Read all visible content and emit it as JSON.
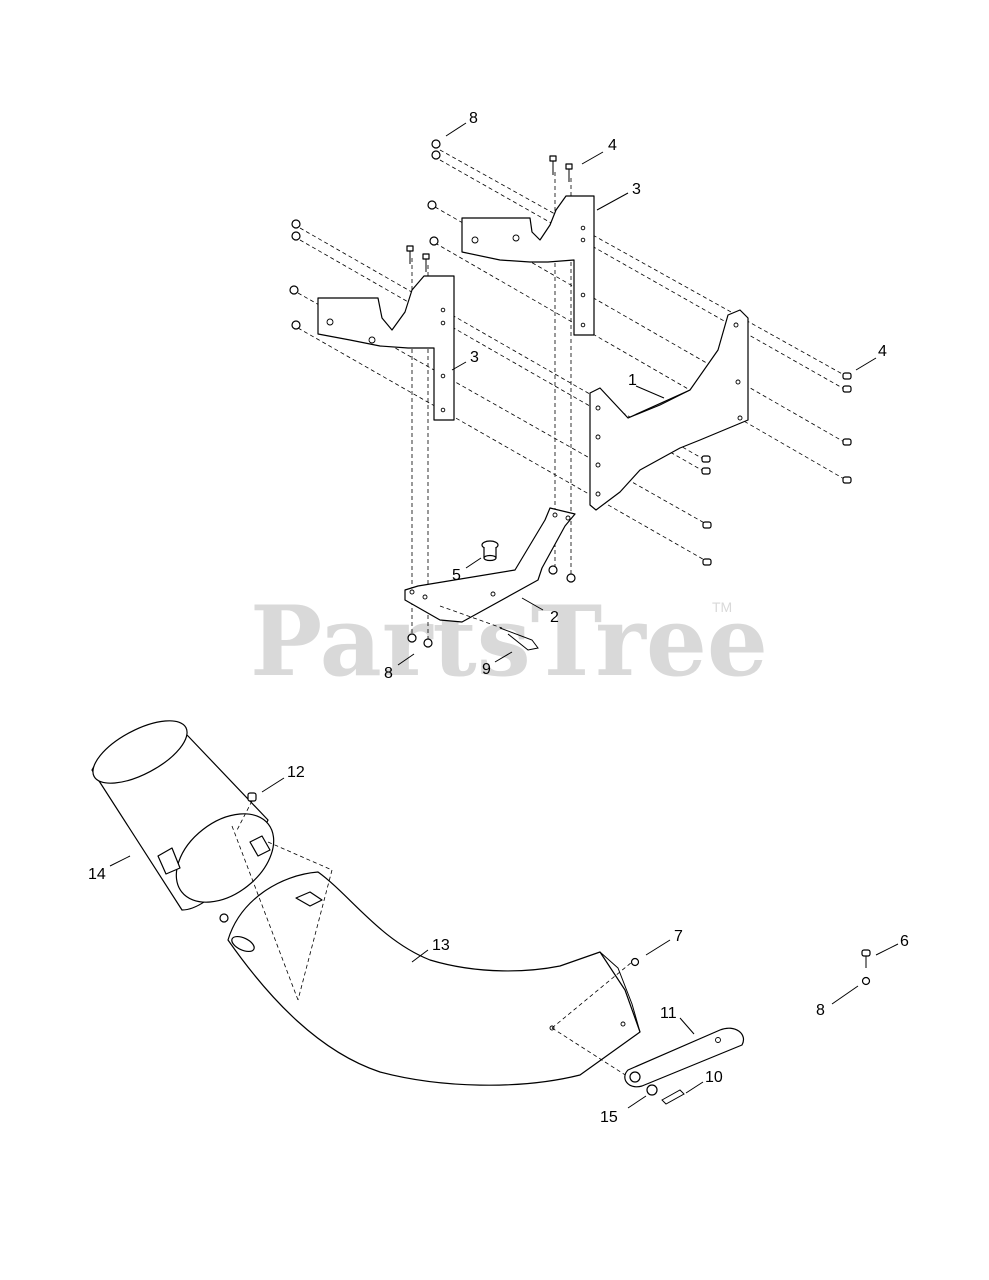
{
  "watermark": {
    "brand": "PartsTree",
    "trademark": "TM"
  },
  "callouts": [
    "1",
    "2",
    "3",
    "3",
    "4",
    "4",
    "5",
    "6",
    "7",
    "8",
    "8",
    "8",
    "9",
    "10",
    "11",
    "12",
    "13",
    "14",
    "15"
  ]
}
